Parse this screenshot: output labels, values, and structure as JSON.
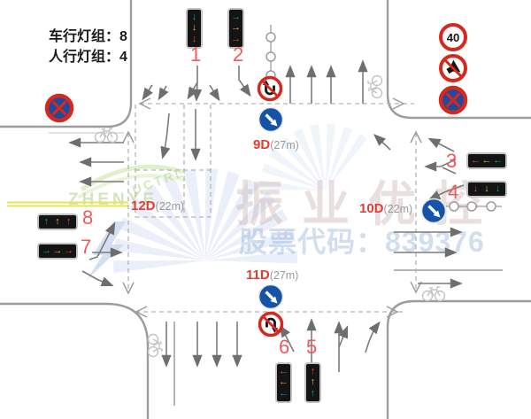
{
  "legend": {
    "vehicle_groups": "车行灯组：8",
    "pedestrian_groups": "人行灯组：4"
  },
  "watermark": {
    "brand": "振业优控",
    "stock_code": "股票代码：839376",
    "logo_text": "ZHENYE",
    "logo_text_small": "UCTRL"
  },
  "signal_heads": [
    {
      "id": "1",
      "glyphs": [
        "↓",
        "↓",
        "↓"
      ],
      "colors": [
        "#00a79d",
        "#e6b23c",
        "#e24a42"
      ]
    },
    {
      "id": "2",
      "glyphs": [
        "→",
        "→",
        "→"
      ],
      "colors": [
        "#00a79d",
        "#e6b23c",
        "#e24a42"
      ]
    },
    {
      "id": "3",
      "glyphs": [
        "←",
        "←",
        "←"
      ],
      "colors": [
        "#e24a42",
        "#e6b23c",
        "#00a79d"
      ]
    },
    {
      "id": "4",
      "glyphs": [
        "↓",
        "↓",
        "↓"
      ],
      "colors": [
        "#e24a42",
        "#e6b23c",
        "#00a79d"
      ]
    },
    {
      "id": "5",
      "glyphs": [
        "↑",
        "↑",
        "↑"
      ],
      "colors": [
        "#e24a42",
        "#e6b23c",
        "#00a79d"
      ]
    },
    {
      "id": "6",
      "glyphs": [
        "←",
        "←",
        "←"
      ],
      "colors": [
        "#e24a42",
        "#e6b23c",
        "#00a79d"
      ]
    },
    {
      "id": "7",
      "glyphs": [
        "→",
        "→",
        "→"
      ],
      "colors": [
        "#00a79d",
        "#e6b23c",
        "#e24a42"
      ]
    },
    {
      "id": "8",
      "glyphs": [
        "↑",
        "↑",
        "↑"
      ],
      "colors": [
        "#00a79d",
        "#e6b23c",
        "#e24a42"
      ]
    }
  ],
  "detectors": [
    {
      "id": "9D",
      "distance": "(27m)"
    },
    {
      "id": "10D",
      "distance": "(22m)"
    },
    {
      "id": "11D",
      "distance": "(27m)"
    },
    {
      "id": "12D",
      "distance": "(22m)"
    }
  ],
  "signs": {
    "speed_limit": "40"
  },
  "colors": {
    "prohibition_red": "#d7281e",
    "sign_blue": "#1553a8",
    "label_red": "#f2595c",
    "detector_red": "#e8392f",
    "yellow_line": "#e9e457"
  }
}
